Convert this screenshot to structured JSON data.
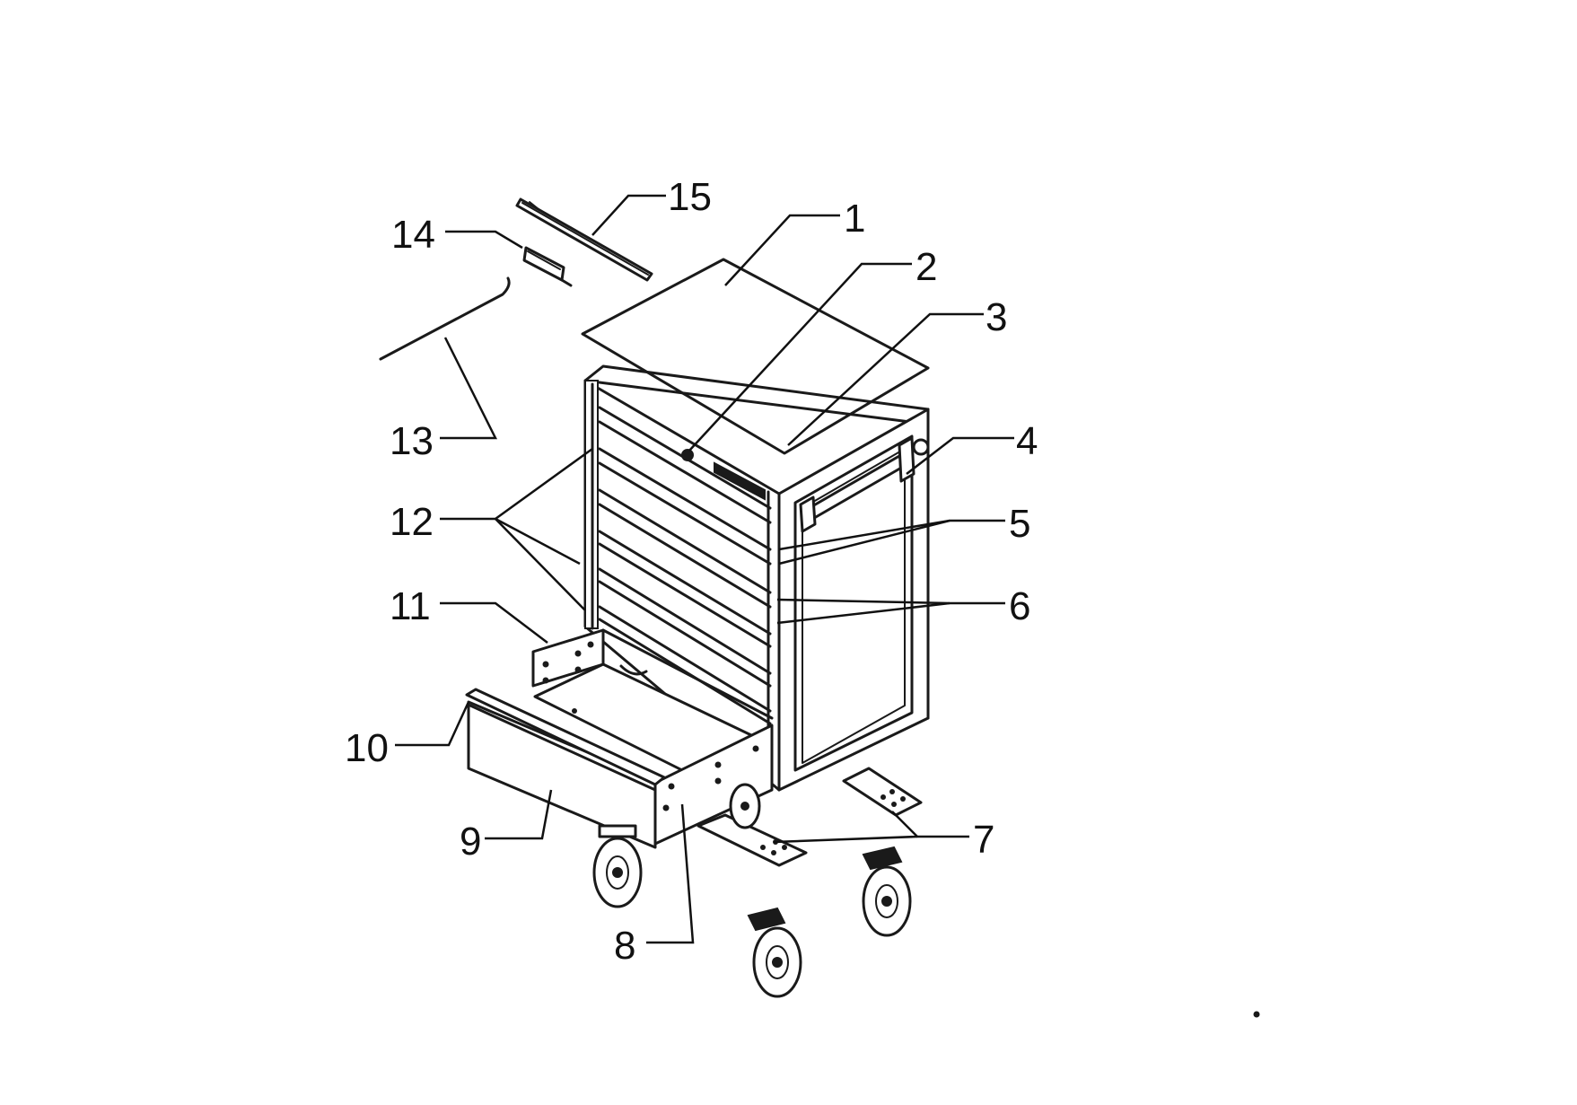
{
  "figure": {
    "labels": {
      "l1": "1",
      "l2": "2",
      "l3": "3",
      "l4": "4",
      "l5": "5",
      "l6": "6",
      "l7": "7",
      "l8": "8",
      "l9": "9",
      "l10": "10",
      "l11": "11",
      "l12": "12",
      "l13": "13",
      "l14": "14",
      "l15": "15"
    }
  },
  "colors": {
    "ink": "#1a1a1a",
    "background": "#ffffff"
  },
  "icons": [
    "tool-cabinet-icon",
    "caster-wheel-icon",
    "drawer-icon",
    "handle-icon"
  ]
}
